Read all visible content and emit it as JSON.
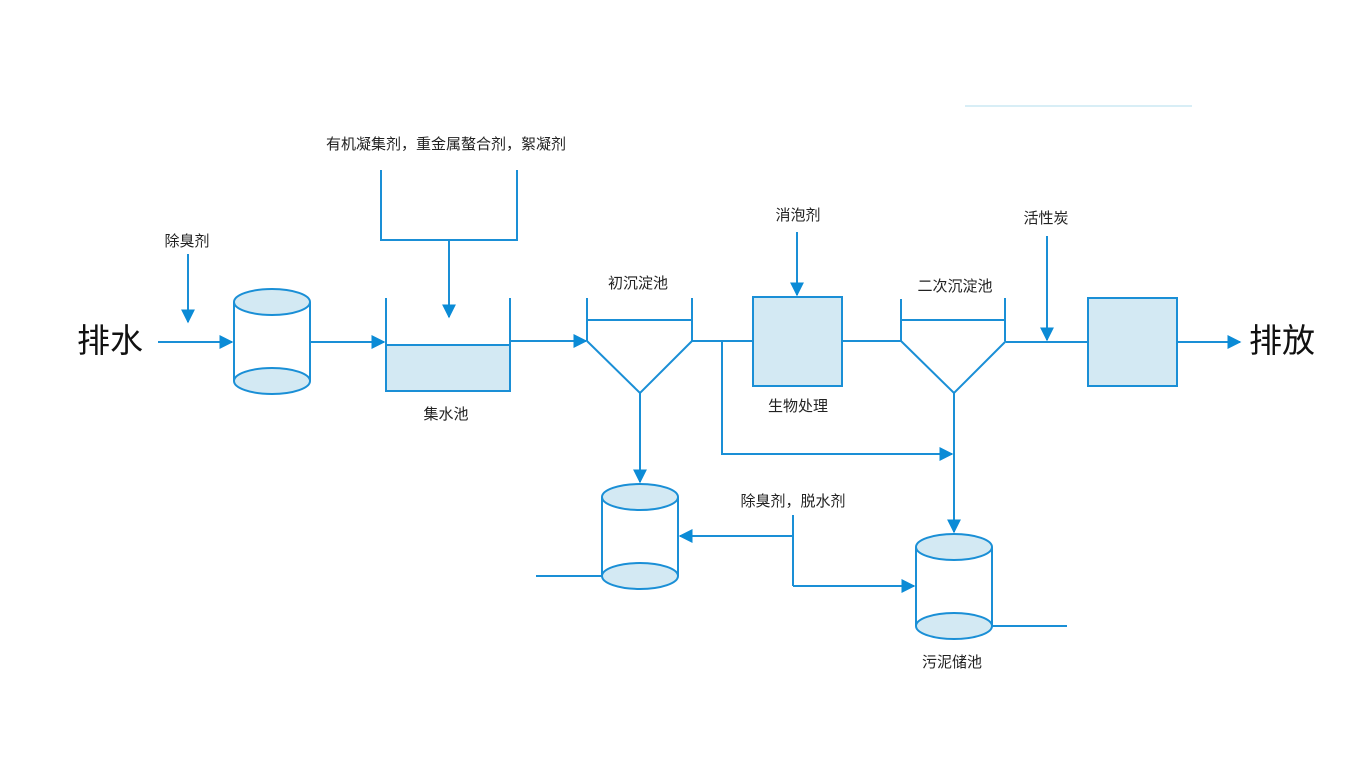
{
  "diagram": {
    "title": "污水处理工艺流程图",
    "input_label": "排水",
    "output_label": "排放",
    "chemicals": {
      "deodorant": "除臭剂",
      "coagulants": "有机凝集剂，重金属螯合剂，絮凝剂",
      "defoamer": "消泡剂",
      "activated_carbon": "活性炭",
      "sludge_agents": "除臭剂，脱水剂"
    },
    "units": {
      "collection_tank": "集水池",
      "primary_settling": "初沉淀池",
      "biological": "生物处理",
      "secondary_settling": "二次沉淀池",
      "sludge_storage": "污泥储池"
    },
    "colors": {
      "line": "#1a8fd6",
      "fill": "#d3e9f3",
      "text": "#222222"
    }
  }
}
